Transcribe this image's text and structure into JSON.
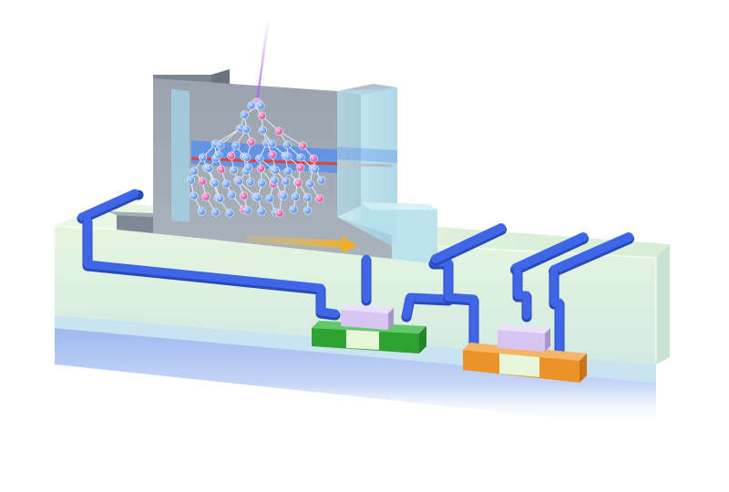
{
  "figure": {
    "kind": "3d-device-illustration",
    "components": [
      "substrate-base",
      "translucent-green-block",
      "gray-detector-block",
      "translucent-blue-step",
      "incident-beam",
      "charge-cascade",
      "blue-interconnect-traces",
      "green-transistor",
      "orange-transistor",
      "lilac-gate-caps"
    ],
    "colors": {
      "background": "#ffffff",
      "trace": "#3e66e6",
      "trace_dark": "#2a49b8",
      "gray_block": "#8d97a4",
      "gray_block_side": "#6f7886",
      "cyan_block": "#a9d6e6",
      "green_block": "#d8f0d8",
      "substrate": "#bcd3f3",
      "beam": "#b26bf0",
      "electron": "#4a8ef0",
      "hole": "#e04aa0",
      "red_layer": "#e0443a",
      "blue_layer": "#4f8cf2",
      "arrow": "#f4b323",
      "transistor_green": "#2fa234",
      "transistor_orange": "#eb9228",
      "transistor_light": "#e6f7d8",
      "gate": "#d6c4f2"
    },
    "cascade": {
      "electrons_shown": 58,
      "holes_shown": 22
    }
  }
}
